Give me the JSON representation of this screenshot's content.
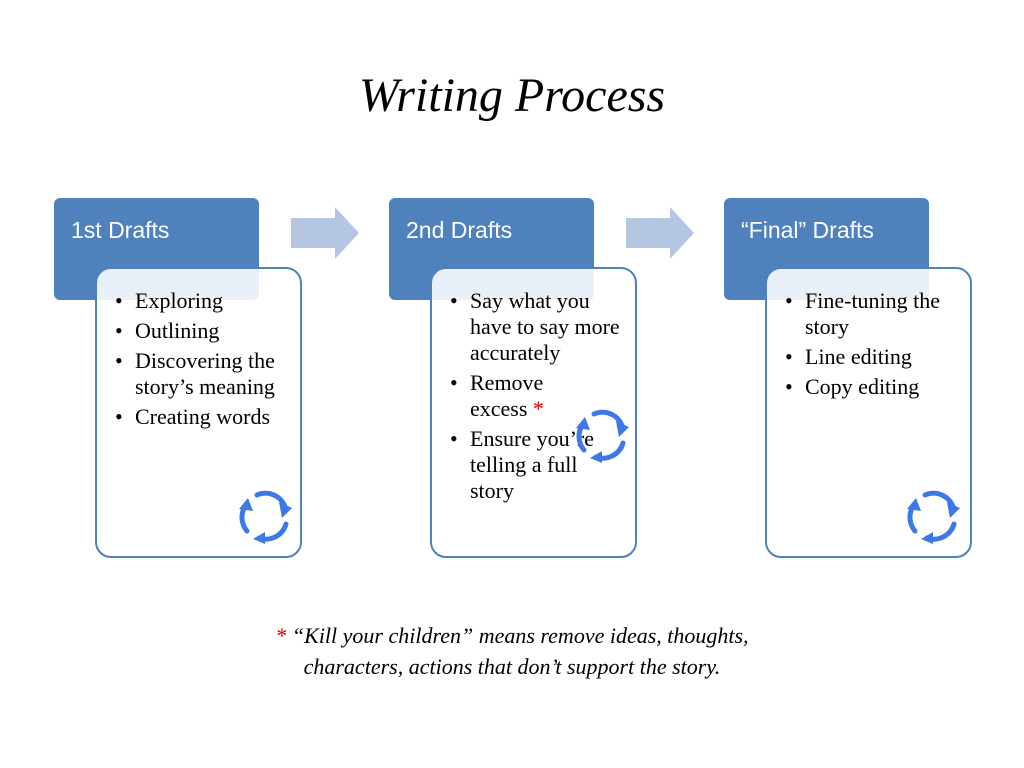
{
  "title": "Writing Process",
  "stages": [
    {
      "header": "1st Drafts",
      "items": [
        "Exploring",
        "Outlining",
        "Discovering the story’s meaning",
        "Creating words"
      ]
    },
    {
      "header": "2nd Drafts",
      "items": [
        "Say what you have to say more accurately",
        "Remove excess",
        "Ensure you’re telling a full story"
      ],
      "star_marker": "*"
    },
    {
      "header": "“Final” Drafts",
      "items": [
        "Fine-tuning the story",
        "Line editing",
        "Copy editing"
      ]
    }
  ],
  "footnote": {
    "marker": "*",
    "line1": "“Kill your children” means remove ideas, thoughts,",
    "line2": "characters, actions that don’t support the story."
  },
  "colors": {
    "header_fill": "#4f81bd",
    "arrow_fill": "#b4c6e1",
    "cycle_arrows": "#3c78e6",
    "star": "#e00000"
  },
  "icons": [
    "right-arrow-icon",
    "cycle-arrows-icon"
  ]
}
